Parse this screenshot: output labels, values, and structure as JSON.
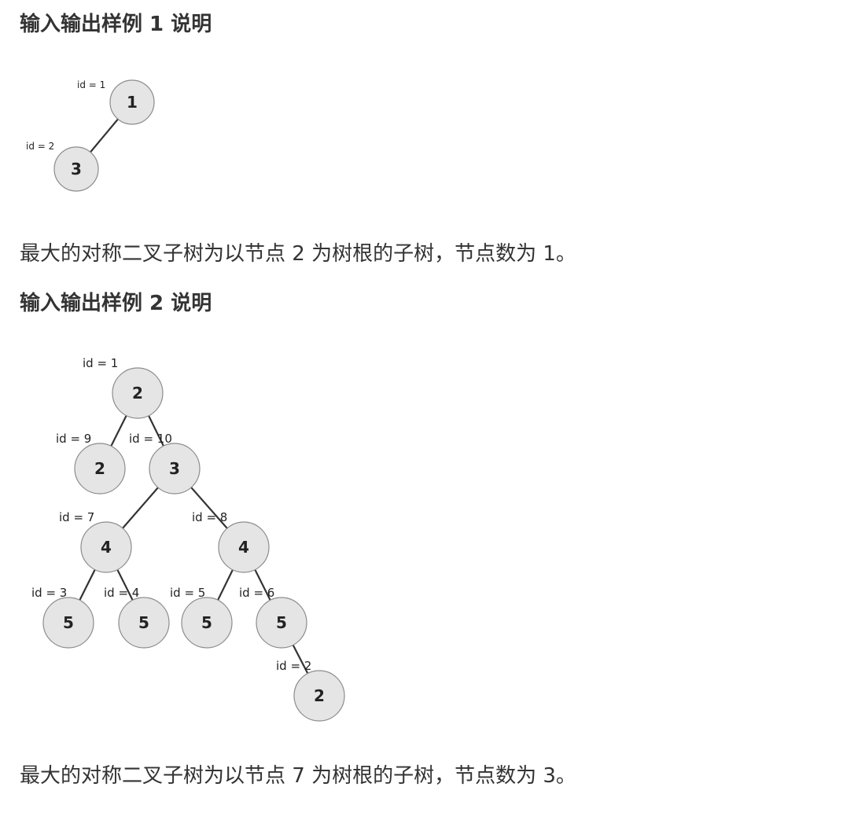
{
  "section1": {
    "heading": "输入输出样例 1 说明",
    "explanation": "最大的对称二叉子树为以节点 2 为树根的子树，节点数为 1。",
    "tree": {
      "nodes": [
        {
          "key": "n1",
          "id_label": "id = 1",
          "value": "1"
        },
        {
          "key": "n2",
          "id_label": "id = 2",
          "value": "3"
        }
      ],
      "edges": [
        [
          "n1",
          "n2"
        ]
      ]
    }
  },
  "section2": {
    "heading": "输入输出样例 2 说明",
    "explanation": "最大的对称二叉子树为以节点 7 为树根的子树，节点数为 3。",
    "tree": {
      "nodes": [
        {
          "key": "n1",
          "id_label": "id = 1",
          "value": "2"
        },
        {
          "key": "n9",
          "id_label": "id = 9",
          "value": "2"
        },
        {
          "key": "n10",
          "id_label": "id = 10",
          "value": "3"
        },
        {
          "key": "n7",
          "id_label": "id = 7",
          "value": "4"
        },
        {
          "key": "n8",
          "id_label": "id = 8",
          "value": "4"
        },
        {
          "key": "n3",
          "id_label": "id = 3",
          "value": "5"
        },
        {
          "key": "n4",
          "id_label": "id = 4",
          "value": "5"
        },
        {
          "key": "n5",
          "id_label": "id = 5",
          "value": "5"
        },
        {
          "key": "n6",
          "id_label": "id = 6",
          "value": "5"
        },
        {
          "key": "n2",
          "id_label": "id = 2",
          "value": "2"
        }
      ],
      "edges": [
        [
          "n1",
          "n9"
        ],
        [
          "n1",
          "n10"
        ],
        [
          "n10",
          "n7"
        ],
        [
          "n10",
          "n8"
        ],
        [
          "n7",
          "n3"
        ],
        [
          "n7",
          "n4"
        ],
        [
          "n8",
          "n5"
        ],
        [
          "n8",
          "n6"
        ],
        [
          "n6",
          "n2"
        ]
      ]
    }
  }
}
